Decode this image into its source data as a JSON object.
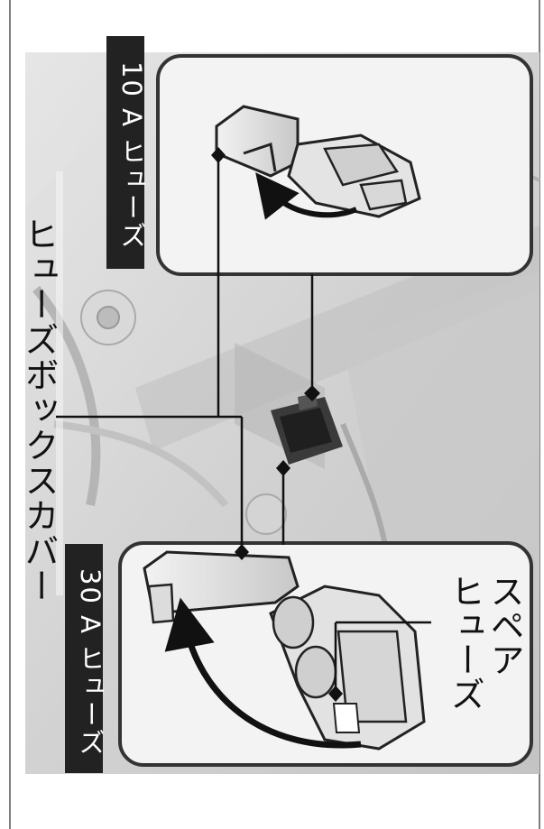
{
  "labels": {
    "fuse_10a": "10 A ヒューズ",
    "fuse_box_cover": "ヒューズボックスカバー",
    "fuse_30a": "30 A ヒューズ",
    "spare_fuse": "スペア\nヒューズ"
  },
  "colors": {
    "photo_background": "#cfcfcf",
    "label_box": "#222222",
    "label_text_on_box": "#ffffff",
    "callout_border": "#333333",
    "leader_line": "#111111"
  }
}
